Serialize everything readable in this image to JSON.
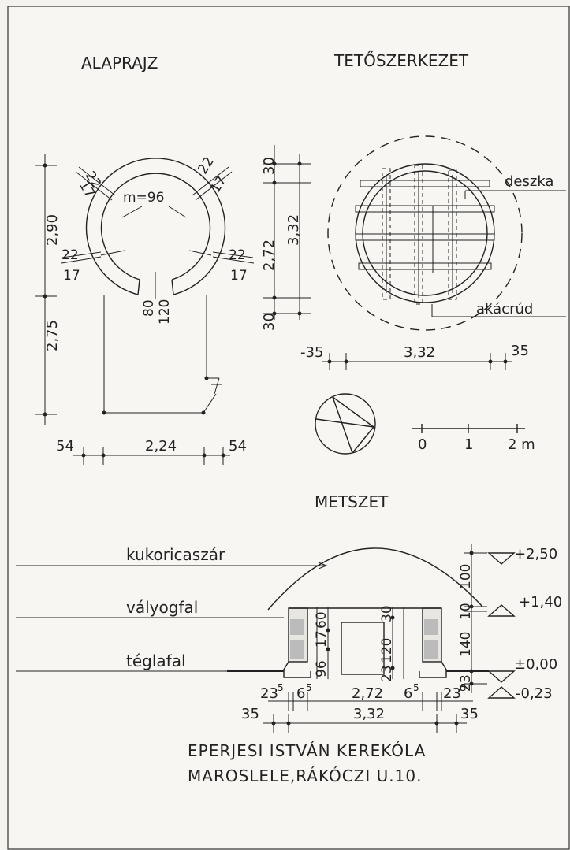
{
  "plan": {
    "title": "ALAPRAJZ",
    "dims": {
      "top_wall_left_outer": "22",
      "top_wall_left_inner": "17",
      "top_wall_right_outer": "22",
      "top_wall_right_inner": "17",
      "m_label": "m=96",
      "side_left_outer": "22",
      "side_left_inner": "17",
      "side_right_outer": "22",
      "side_right_inner": "17",
      "door_80": "80",
      "door_120": "120",
      "height_upper": "2,90",
      "height_lower": "2,75",
      "width_left": "54",
      "width_mid": "2,24",
      "width_right": "54"
    }
  },
  "roof": {
    "title": "TETŐSZERKEZET",
    "labels": {
      "deszka": "deszka",
      "akacrud": "akácrúd"
    },
    "dims": {
      "v_top": "30",
      "v_mid": "2,72",
      "v_total": "3,32",
      "v_bottom": "30",
      "h_left": "-35",
      "h_mid": "3,32",
      "h_right": "35"
    }
  },
  "scale": {
    "ticks": [
      "0",
      "1",
      "2 m"
    ]
  },
  "section": {
    "title": "METSZET",
    "labels": {
      "kukoricaszar": "kukoricaszár",
      "valyogfal": "vályogfal",
      "teglafal": "téglafal"
    },
    "levels": {
      "top": "+2,50",
      "eave": "+1,40",
      "zero": "±0,00",
      "base": "-0,23"
    },
    "vertical_dims": {
      "d100": "100",
      "d10": "10",
      "d140": "140",
      "d23": "23",
      "left_60": "60",
      "left_17": "17",
      "left_96": "96",
      "inner_30": "30",
      "inner_120": "120",
      "inner_23": "23"
    },
    "horizontal_dims": {
      "w23_left": "23",
      "w23_left_sup": "5",
      "w6_left": "6",
      "w6_left_sup": "5",
      "w272": "2,72",
      "w6_right": "6",
      "w6_right_sup": "5",
      "w23_right": "23",
      "w23_right_sup": "5",
      "w35_left": "35",
      "w332": "3,32",
      "w35_right": "35"
    }
  },
  "caption": {
    "line1": "EPERJESI ISTVÁN KEREKÓLA",
    "line2": "MAROSLELE,RÁKÓCZI U.10."
  }
}
